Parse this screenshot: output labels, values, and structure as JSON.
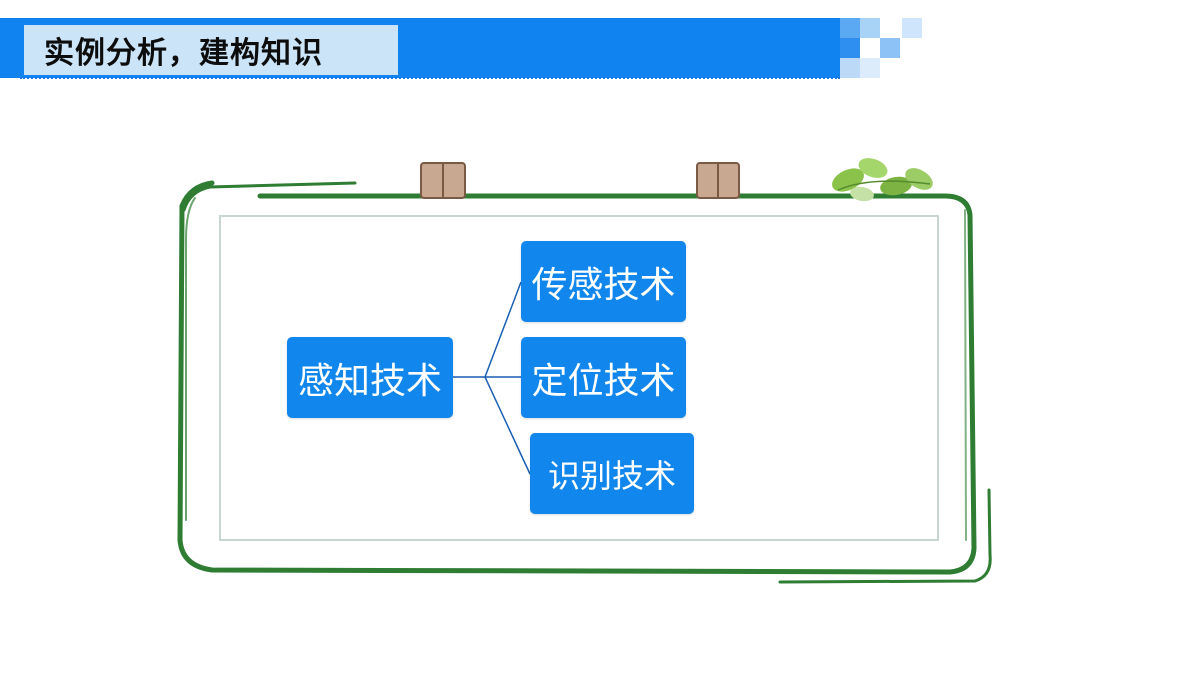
{
  "header": {
    "title": "实例分析，建构知识"
  },
  "colors": {
    "banner": "#1183f0",
    "title_bg": "#cbe4f8",
    "node": "#1187ee",
    "board_border": "#2e7d32",
    "connector": "#1a5fb4"
  },
  "diagram": {
    "root": {
      "label": "感知技术"
    },
    "children": [
      {
        "label": "传感技术"
      },
      {
        "label": "定位技术"
      },
      {
        "label": "识别技术"
      }
    ]
  },
  "decorations": {
    "clips": [
      "clip-icon",
      "clip-icon"
    ],
    "leaves": "leaf-cluster-icon"
  }
}
